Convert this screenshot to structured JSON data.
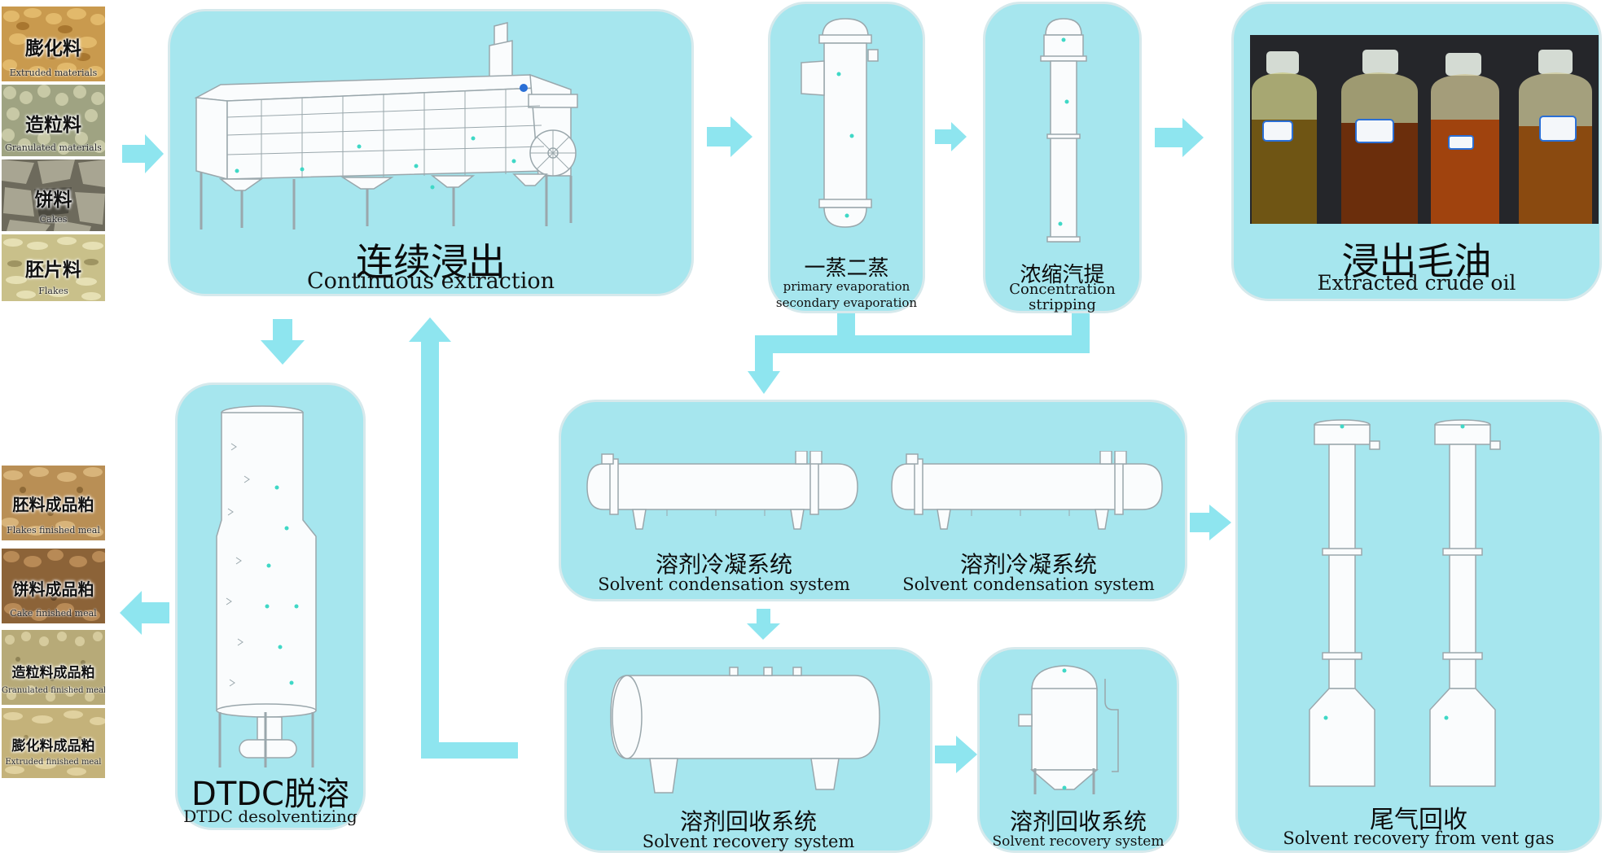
{
  "palette": {
    "panel": "#a6e6ee",
    "panel_border": "#d6e9ec",
    "arrow": "#8ee5ef",
    "equipment": "#fafcfd",
    "equipment_stroke": "#9aa7ac",
    "dot": "#3fd8c6"
  },
  "raw_materials": [
    {
      "cn": "膨化料",
      "en": "Extruded materials",
      "texture": "extruded"
    },
    {
      "cn": "造粒料",
      "en": "Granulated materials",
      "texture": "granulated"
    },
    {
      "cn": "饼料",
      "en": "Cakes",
      "texture": "cakes"
    },
    {
      "cn": "胚片料",
      "en": "Flakes",
      "texture": "flakes"
    }
  ],
  "meal_products": [
    {
      "cn": "胚料成品粕",
      "en": "Flakes finished meal",
      "texture": "flake-meal"
    },
    {
      "cn": "饼料成品粕",
      "en": "Cake finished meal",
      "texture": "cake-meal"
    },
    {
      "cn": "造粒料成品粕",
      "en": "Granulated finished meal",
      "texture": "granulated-meal"
    },
    {
      "cn": "膨化料成品粕",
      "en": "Extruded finished meal",
      "texture": "extruded-meal"
    }
  ],
  "stages": {
    "extraction": {
      "cn": "连续浸出",
      "en": "Continuous extraction",
      "equipment": "extractor-icon"
    },
    "evaporation": {
      "cn": "一蒸二蒸",
      "en1": "primary evaporation",
      "en2": "secondary evaporation",
      "equipment": "evaporator-icon"
    },
    "stripping": {
      "cn": "浓缩汽提",
      "en1": "Concentration",
      "en2": "stripping",
      "equipment": "stripping-column-icon"
    },
    "crude_oil": {
      "cn": "浸出毛油",
      "en": "Extracted crude oil",
      "equipment": "oil-jars-photo"
    },
    "dtdc": {
      "cn": "DTDC脱溶",
      "en": "DTDC desolventizing",
      "equipment": "dtdc-tower-icon"
    },
    "condensation": {
      "units": [
        {
          "cn": "溶剂冷凝系统",
          "en": "Solvent condensation system"
        },
        {
          "cn": "溶剂冷凝系统",
          "en": "Solvent condensation system"
        }
      ],
      "equipment": "condenser-icon"
    },
    "recovery_tank": {
      "cn": "溶剂回收系统",
      "en": "Solvent recovery system",
      "equipment": "horizontal-tank-icon"
    },
    "recovery_vessel": {
      "cn": "溶剂回收系统",
      "en": "Solvent recovery system",
      "equipment": "vertical-vessel-icon"
    },
    "vent_gas": {
      "cn": "尾气回收",
      "en": "Solvent recovery from vent gas",
      "equipment": "absorption-tower-icon"
    }
  }
}
